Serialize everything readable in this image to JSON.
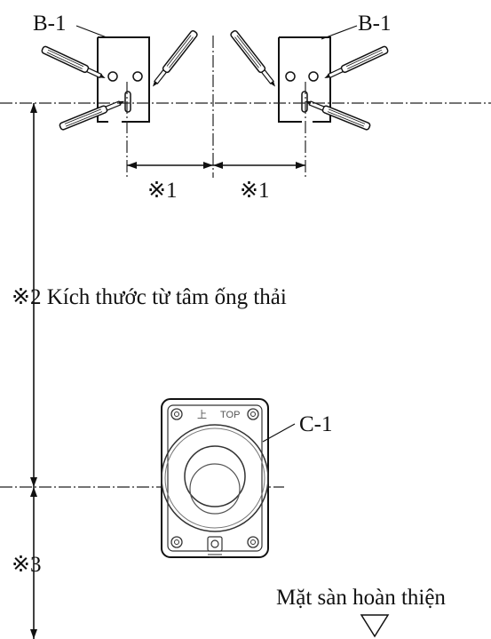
{
  "labels": {
    "b1_left": "B-1",
    "b1_right": "B-1",
    "dim1_left": "※1",
    "dim1_right": "※1",
    "dim2": "※2 Kích thước từ tâm ống thải",
    "c1": "C-1",
    "dim3": "※3",
    "floor": "Mặt sàn hoàn thiện"
  },
  "device_marks": {
    "kanji": "上",
    "top": "TOP"
  },
  "icons": {
    "screwdriver": "screwdriver-icon",
    "floor_marker": "triangle-down-icon"
  }
}
